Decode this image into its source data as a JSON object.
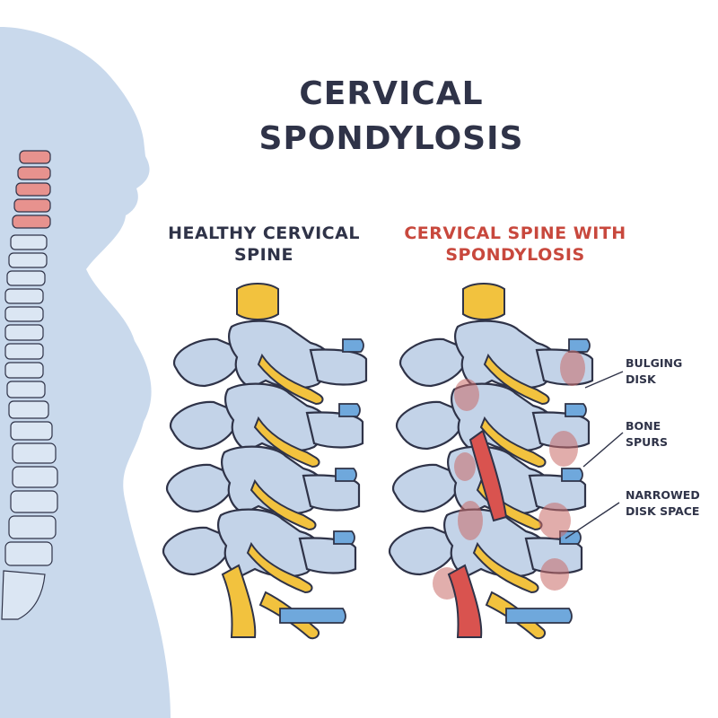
{
  "title": {
    "line1": "CERVICAL",
    "line2": "SPONDYLOSIS"
  },
  "panels": {
    "healthy": {
      "line1": "HEALTHY CERVICAL",
      "line2": "SPINE"
    },
    "affected": {
      "line1": "CERVICAL SPINE WITH",
      "line2": "SPONDYLOSIS"
    }
  },
  "labels": {
    "bulging_disk": {
      "line1": "BULGING",
      "line2": "DISK"
    },
    "bone_spurs": {
      "line1": "BONE",
      "line2": "SPURS"
    },
    "narrowed_disk_space": {
      "line1": "NARROWED",
      "line2": "DISK SPACE"
    }
  },
  "colors": {
    "title": "#2f3348",
    "affected_title": "#c8483d",
    "silhouette": "#c9d9ec",
    "vertebra": "#c3d3e8",
    "nerve": "#f2c23e",
    "disk": "#6fa8dc",
    "inflamed": "#c96b68"
  }
}
